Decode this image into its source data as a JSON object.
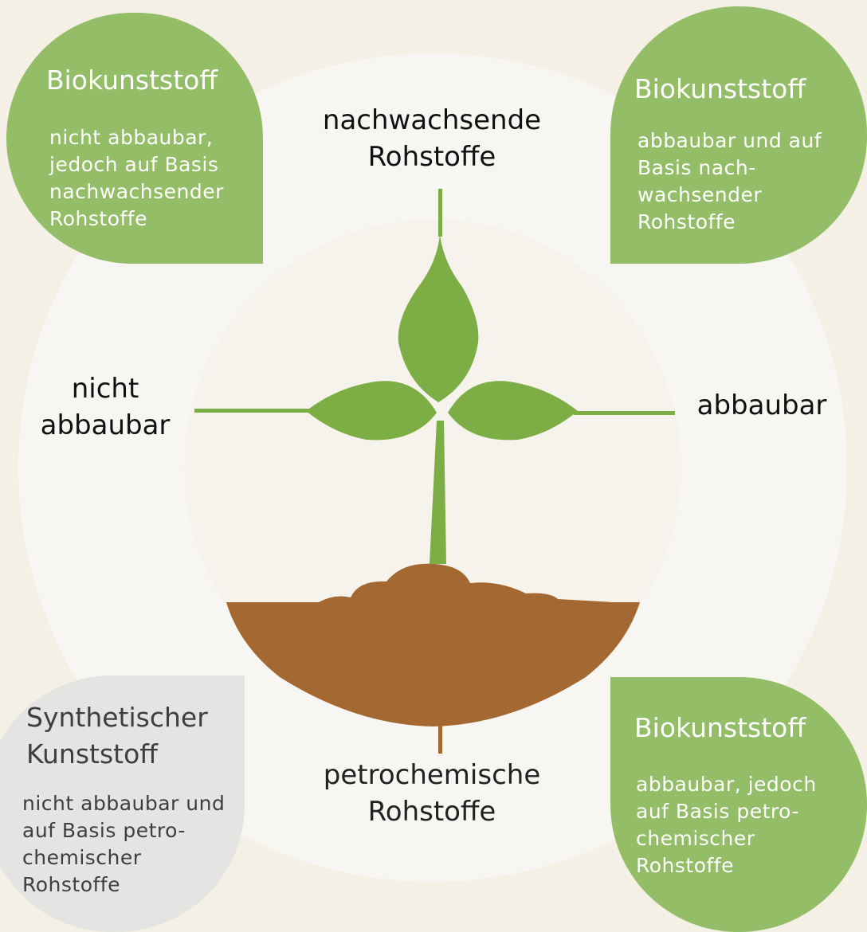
{
  "axes": {
    "top": "nachwachsende\nRohstoffe",
    "bottom": "petrochemische\nRohstoffe",
    "left": "nicht\nabbaubar",
    "right": "abbaubar"
  },
  "quadrants": {
    "top_left": {
      "title": "Biokunststoff",
      "text": "nicht abbaubar,\njedoch auf Basis\nnachwachsender\nRohstoffe"
    },
    "top_right": {
      "title": "Biokunststoff",
      "text": "abbaubar und auf\nBasis nach-\nwachsender\nRohstoffe"
    },
    "bottom_left": {
      "title": "Synthetischer\nKunststoff",
      "text": "nicht abbaubar und\nauf Basis petro-\nchemischer\nRohstoffe"
    },
    "bottom_right": {
      "title": "Biokunststoff",
      "text": "abbaubar, jedoch\nauf Basis petro-\nchemischer\nRohstoffe"
    }
  },
  "colors": {
    "background": "#f5f0e6",
    "outer_ring": "#f8f6f2",
    "inner_circle": "#f6f3ed",
    "plant_green": "#7cae45",
    "bubble_green": "#93bd66",
    "bubble_grey": "#e4e4e2",
    "soil_brown": "#a46832"
  },
  "icons": [
    "plant-seedling-icon",
    "soil-mound-icon"
  ]
}
